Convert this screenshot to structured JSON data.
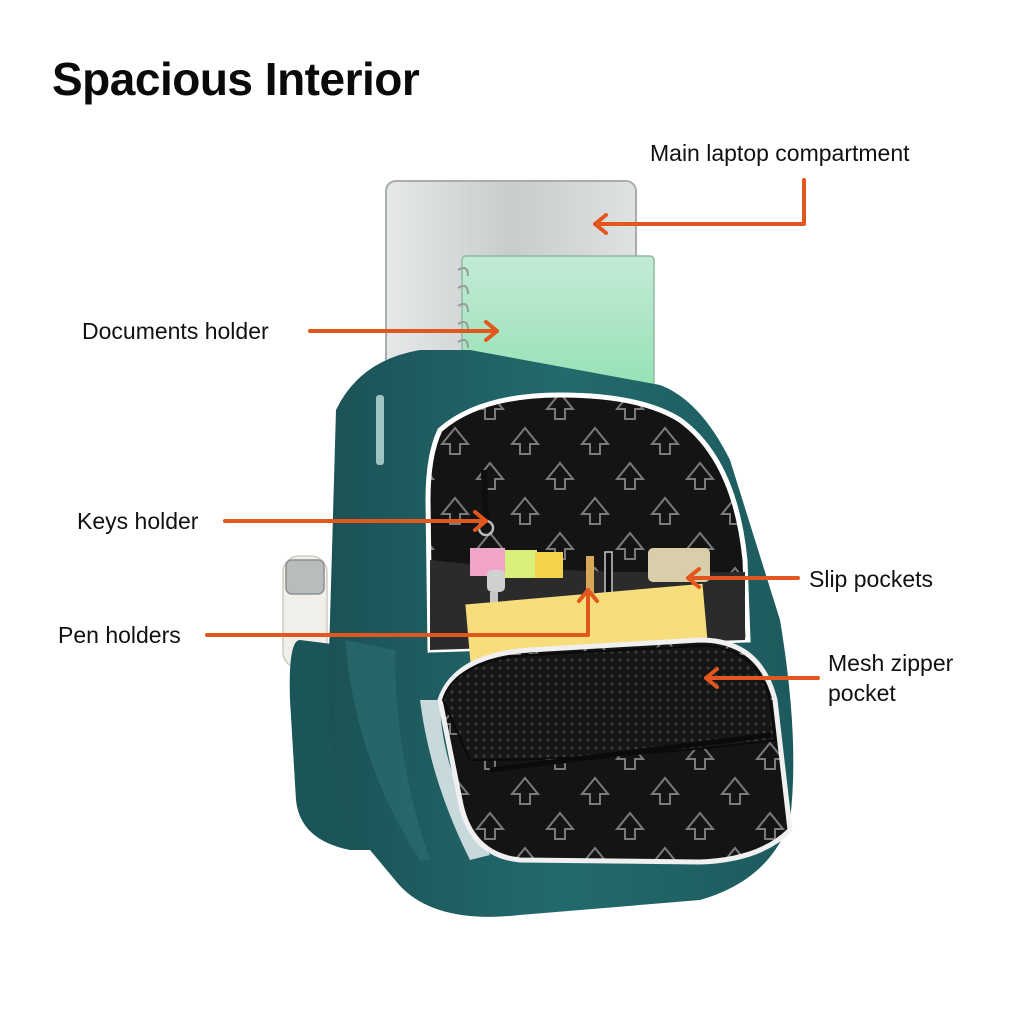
{
  "title": "Spacious Interior",
  "colors": {
    "arrow": "#e2571d",
    "bag_teal": "#1f5d60",
    "bag_teal_dark": "#16474a",
    "lining": "#141414",
    "lining_pattern": "#6b6b6b",
    "laptop": "#cfd2d4",
    "notebook": "#a9e6c2",
    "notepad": "#f4d873",
    "bottle": "#f1efea"
  },
  "callouts": {
    "main_laptop": "Main laptop compartment",
    "documents": "Documents holder",
    "keys": "Keys holder",
    "slip_pockets": "Slip pockets",
    "pen_holders": "Pen holders",
    "mesh_line1": "Mesh zipper",
    "mesh_line2": "pocket"
  }
}
